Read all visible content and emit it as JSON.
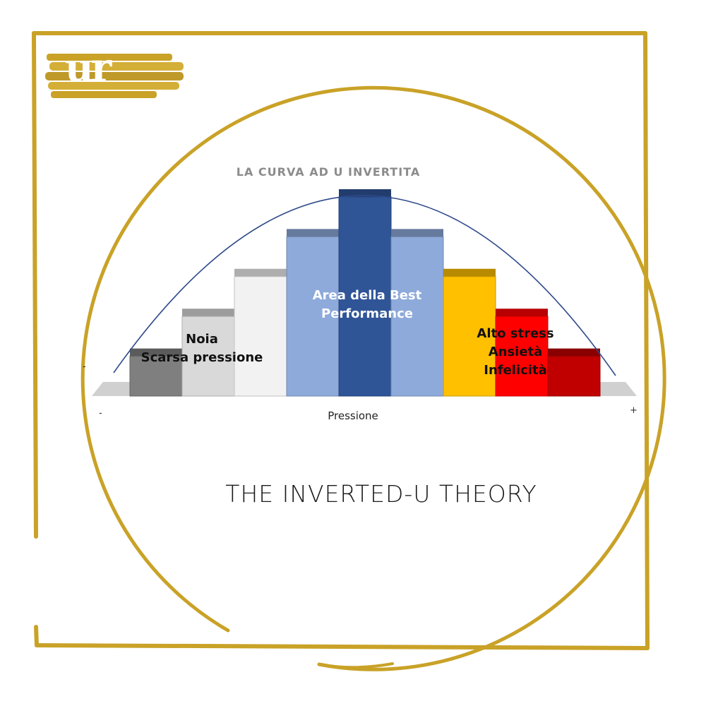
{
  "colors": {
    "gold": "#c9a227",
    "gold_dark": "#a88418",
    "curve": "#2f4a8a"
  },
  "logo": {
    "text": "ur"
  },
  "main_title": "THE INVERTED-U THEORY",
  "chart_data": {
    "type": "bar",
    "title": "LA CURVA AD U INVERTITA",
    "xlabel": "Pressione",
    "ylabel": "",
    "x_ticks": {
      "min": "-",
      "max": "+"
    },
    "y_ticks": [
      "-"
    ],
    "values": [
      2,
      4,
      6,
      8,
      10,
      8,
      6,
      4,
      2
    ],
    "colors": [
      "#7f7f7f",
      "#d9d9d9",
      "#f2f2f2",
      "#8eaadb",
      "#2f5597",
      "#8eaadb",
      "#ffc000",
      "#ff0000",
      "#c00000"
    ],
    "ylim": [
      0,
      10
    ],
    "curve": "inverted-u",
    "grid": false,
    "annotations": {
      "low": [
        "Noia",
        "Scarsa pressione"
      ],
      "best": [
        "Area della Best",
        "Performance"
      ],
      "high": [
        "Alto stress",
        "Ansietà",
        "Infelicità"
      ]
    }
  }
}
